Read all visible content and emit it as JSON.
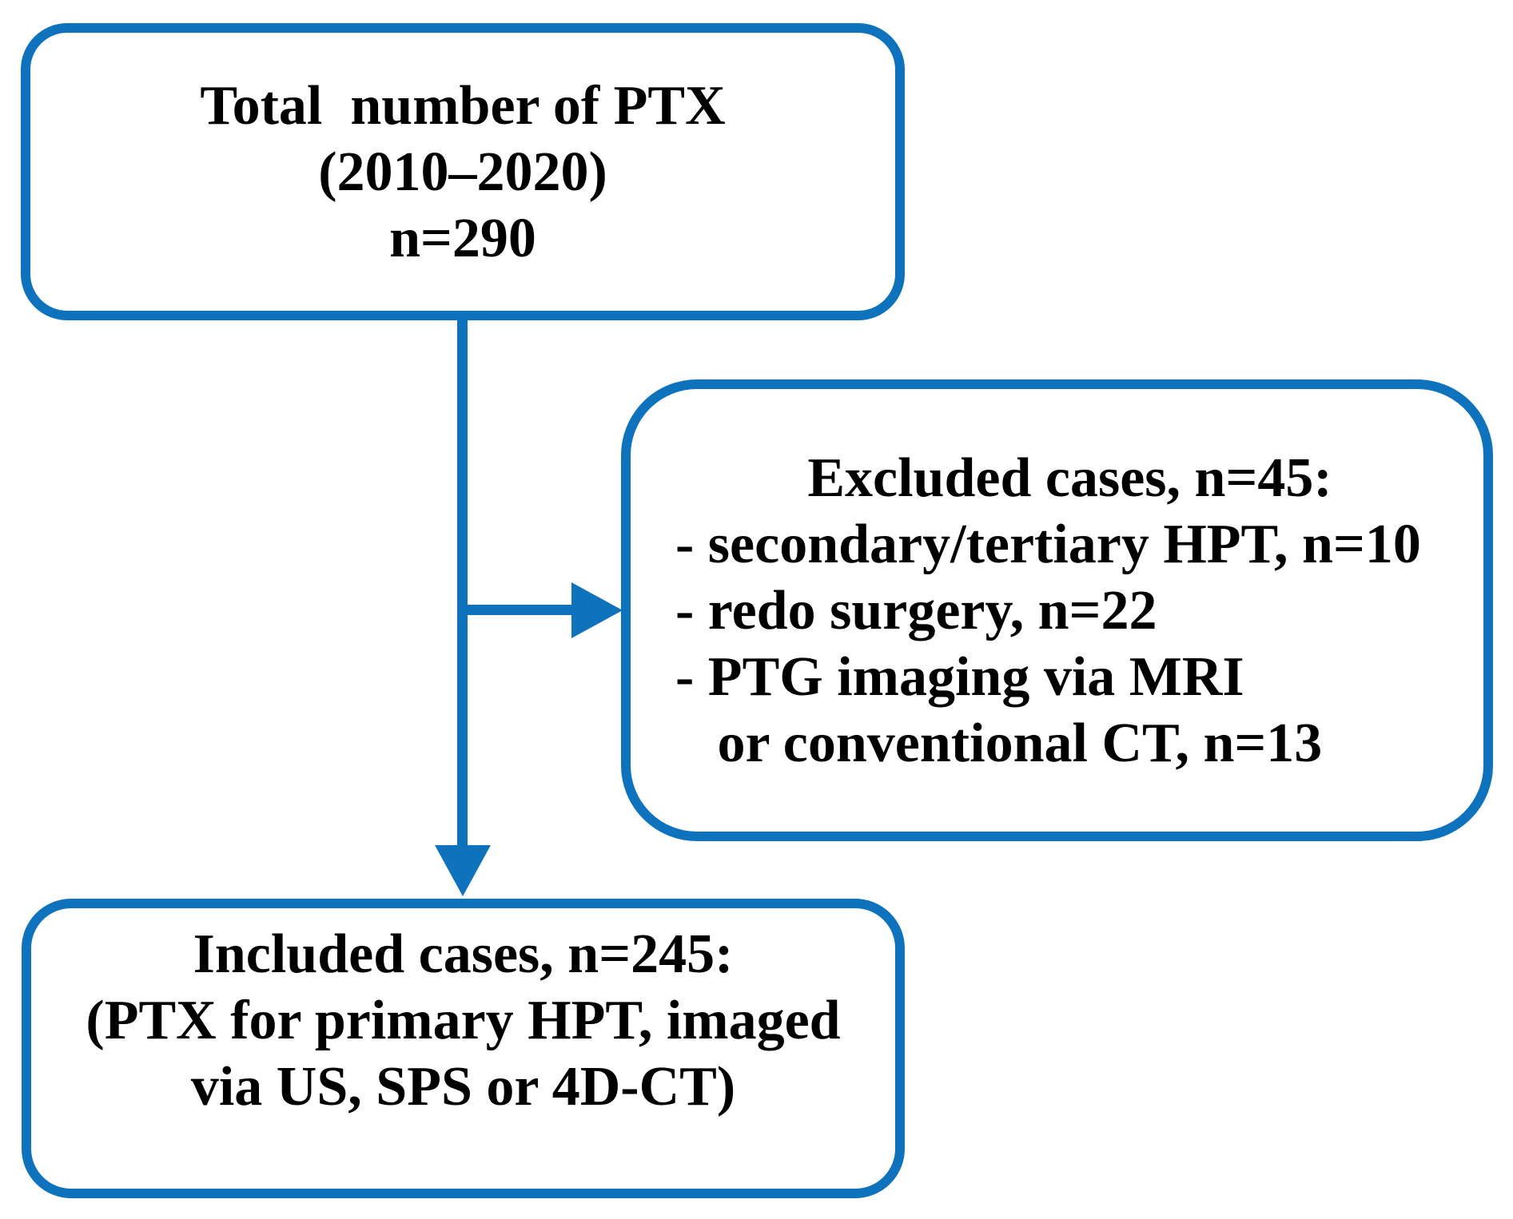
{
  "colors": {
    "box_border": "#0f72bc",
    "connector": "#0f72bc",
    "text": "#000000",
    "background": "#ffffff"
  },
  "nodes": {
    "total": {
      "lines": [
        "Total  number of PTX",
        "(2010–2020)",
        "n=290"
      ]
    },
    "excluded": {
      "title": "Excluded cases, n=45:",
      "items": [
        "- secondary/tertiary HPT, n=10",
        "- redo surgery, n=22",
        "- PTG imaging via MRI",
        "   or conventional CT, n=13"
      ]
    },
    "included": {
      "lines": [
        "Included cases, n=245:",
        "(PTX for primary HPT, imaged",
        "via US, SPS or 4D-CT)"
      ]
    }
  },
  "connectors": [
    {
      "from": "total",
      "to": "included",
      "direction": "down"
    },
    {
      "from": "total-included-line",
      "to": "excluded",
      "direction": "right"
    }
  ]
}
